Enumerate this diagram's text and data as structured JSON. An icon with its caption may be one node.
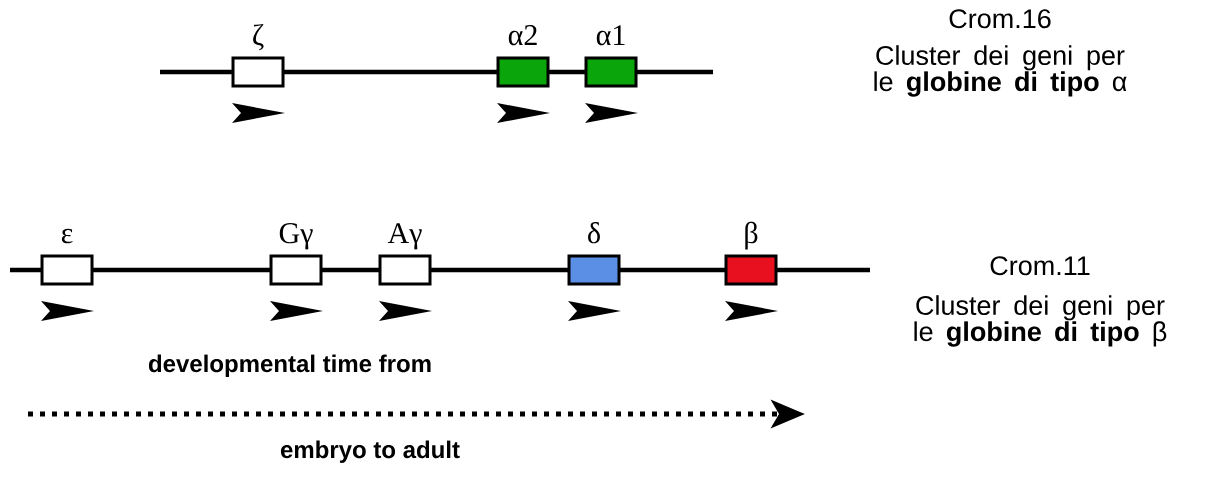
{
  "diagram": {
    "nodes": [
      {
        "text": [
          "ζ"
        ]
      },
      {
        "text": [
          "α2"
        ]
      },
      {
        "text": [
          "α1"
        ]
      },
      {
        "text": [
          "ε"
        ]
      },
      {
        "text": [
          "Gγ"
        ]
      },
      {
        "text": [
          "Aγ"
        ]
      },
      {
        "text": [
          "δ"
        ]
      },
      {
        "text": [
          "β"
        ]
      }
    ],
    "labels": [
      "Crom.16",
      "Cluster dei geni per le **globine di tipo** α",
      "Crom.11",
      "Cluster dei geni per le **globine di tipo** β",
      "developmental time from",
      "embryo to adult"
    ]
  }
}
